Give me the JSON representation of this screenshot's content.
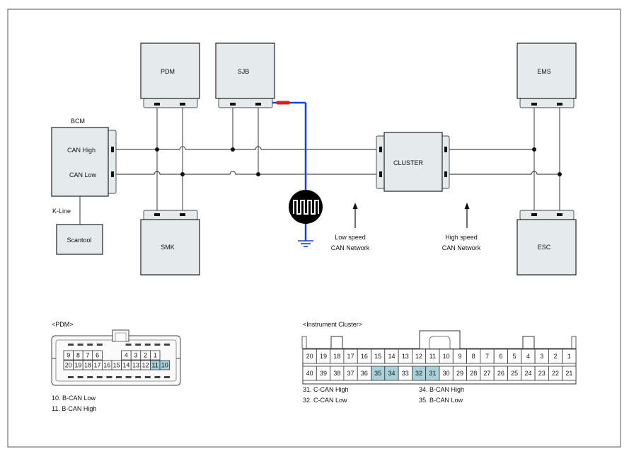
{
  "modules": {
    "pdm": "PDM",
    "sjb": "SJB",
    "ems": "EMS",
    "bcm": "BCM",
    "bcm_can_high": "CAN High",
    "bcm_can_low": "CAN Low",
    "cluster": "CLUSTER",
    "smk": "SMK",
    "esc": "ESC",
    "scantool": "Scantool",
    "kline": "K-Line"
  },
  "networks": {
    "low_speed_line1": "Low speed",
    "low_speed_line2": "CAN Network",
    "high_speed_line1": "High speed",
    "high_speed_line2": "CAN Network"
  },
  "pdm_connector": {
    "title": "<PDM>",
    "top_row": [
      "9",
      "8",
      "7",
      "6",
      "",
      "",
      "4",
      "3",
      "2",
      "1"
    ],
    "bottom_row": [
      "20",
      "19",
      "18",
      "17",
      "16",
      "15",
      "14",
      "13",
      "12",
      "11",
      "10"
    ],
    "highlighted": [
      "11",
      "10"
    ],
    "notes": [
      "10. B-CAN Low",
      "11. B-CAN High"
    ]
  },
  "cluster_connector": {
    "title": "<Instrument Cluster>",
    "top_row": [
      "20",
      "19",
      "18",
      "17",
      "16",
      "15",
      "14",
      "13",
      "12",
      "11",
      "10",
      "9",
      "8",
      "7",
      "6",
      "5",
      "4",
      "3",
      "2",
      "1"
    ],
    "bottom_row": [
      "40",
      "39",
      "38",
      "37",
      "36",
      "35",
      "34",
      "33",
      "32",
      "31",
      "30",
      "29",
      "28",
      "27",
      "26",
      "25",
      "24",
      "23",
      "22",
      "21"
    ],
    "highlighted": [
      "35",
      "34",
      "32",
      "31"
    ],
    "notes_left": [
      "31. C-CAN High",
      "32. C-CAN Low"
    ],
    "notes_right": [
      "34. B-CAN High",
      "35. B-CAN Low"
    ]
  },
  "colors": {
    "module_fill": "#e5ebec",
    "highlight": "#a8d1dc",
    "wire_blue": "#1a3fd6",
    "wire_red": "#e21b1b",
    "wire_green": "#1f9a2e"
  }
}
